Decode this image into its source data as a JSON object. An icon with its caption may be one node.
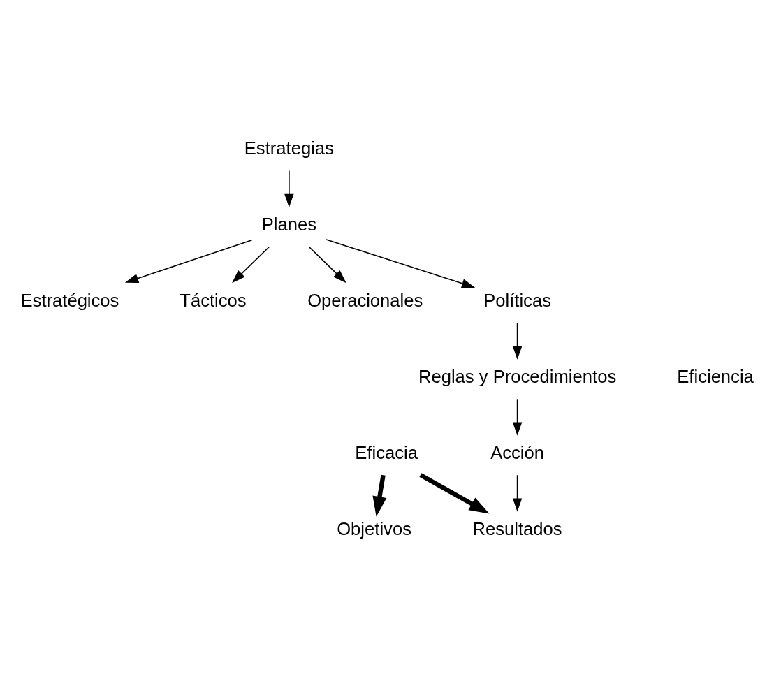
{
  "diagram": {
    "nodes": [
      {
        "text": [
          "Objetivos"
        ]
      },
      {
        "text": [
          "Estrategias"
        ]
      },
      {
        "text": [
          "Planes"
        ]
      },
      {
        "text": [
          "Estratégicos"
        ]
      },
      {
        "text": [
          "Tácticos"
        ]
      },
      {
        "text": [
          "Operacionales"
        ]
      },
      {
        "text": [
          "Políticas"
        ]
      },
      {
        "text": [
          "Reglas y Procedimientos"
        ]
      },
      {
        "text": [
          "Acción"
        ]
      },
      {
        "text": [
          "Resultados"
        ]
      },
      {
        "text": [
          "Eficacia"
        ]
      }
    ],
    "edges": [
      {
        "from": 1,
        "to": 2,
        "arrow": "to"
      },
      {
        "from": 2,
        "to": 3,
        "arrow": "to"
      },
      {
        "from": 2,
        "to": 4,
        "arrow": "to"
      },
      {
        "from": 2,
        "to": 5,
        "arrow": "to"
      },
      {
        "from": 2,
        "to": 6,
        "arrow": "to"
      },
      {
        "from": 6,
        "to": 7,
        "arrow": "to"
      },
      {
        "from": 7,
        "to": 8,
        "arrow": "to"
      },
      {
        "from": 8,
        "to": 9,
        "arrow": "to"
      },
      {
        "from": 10,
        "to": 0,
        "arrow": "to",
        "style": "thick"
      },
      {
        "from": 10,
        "to": 9,
        "arrow": "to",
        "style": "thick"
      }
    ],
    "labels": [
      "Eficiencia"
    ]
  }
}
